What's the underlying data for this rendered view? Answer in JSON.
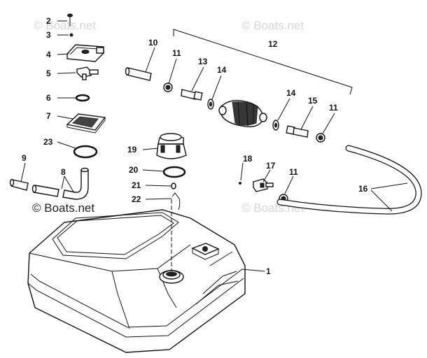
{
  "watermarks": {
    "text": "© Boats.net"
  },
  "callouts": {
    "c1": "1",
    "c2": "2",
    "c3": "3",
    "c4": "4",
    "c5": "5",
    "c6": "6",
    "c7": "7",
    "c8": "8",
    "c9": "9",
    "c10": "10",
    "c11a": "11",
    "c11b": "11",
    "c11c": "11",
    "c12": "12",
    "c13": "13",
    "c14a": "14",
    "c14b": "14",
    "c15": "15",
    "c16": "16",
    "c17": "17",
    "c18": "18",
    "c19": "19",
    "c20": "20",
    "c21": "21",
    "c22": "22",
    "c23": "23"
  }
}
